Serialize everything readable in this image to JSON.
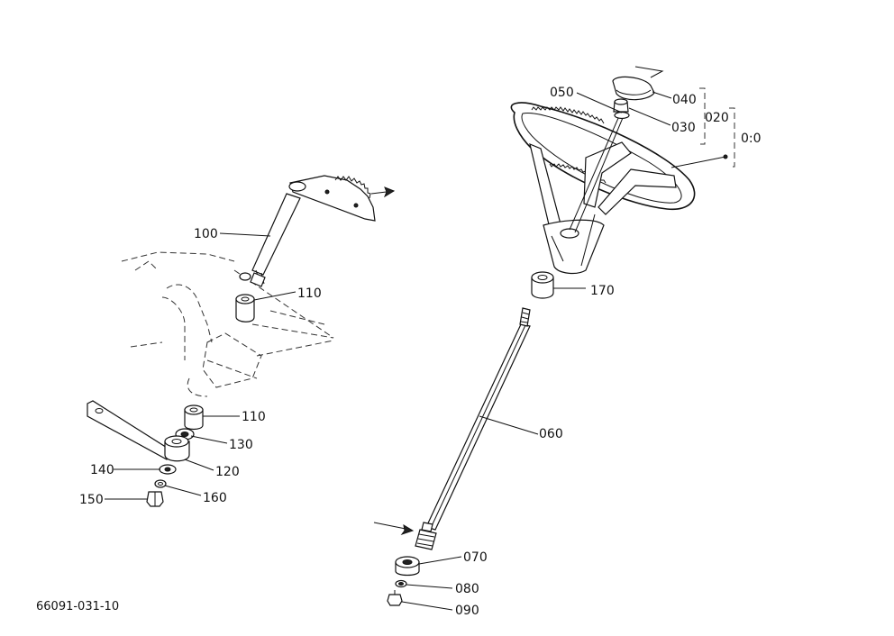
{
  "figure_code": "66091-031-10",
  "labels": {
    "p010": "0:0",
    "p020": "020",
    "p030": "030",
    "p040": "040",
    "p050": "050",
    "p060": "060",
    "p070": "070",
    "p080": "080",
    "p090": "090",
    "p100": "100",
    "p110a": "110",
    "p110b": "110",
    "p120": "120",
    "p130": "130",
    "p140": "140",
    "p150": "150",
    "p160": "160",
    "p170": "170"
  },
  "colors": {
    "ink": "#111111",
    "background": "#ffffff"
  }
}
